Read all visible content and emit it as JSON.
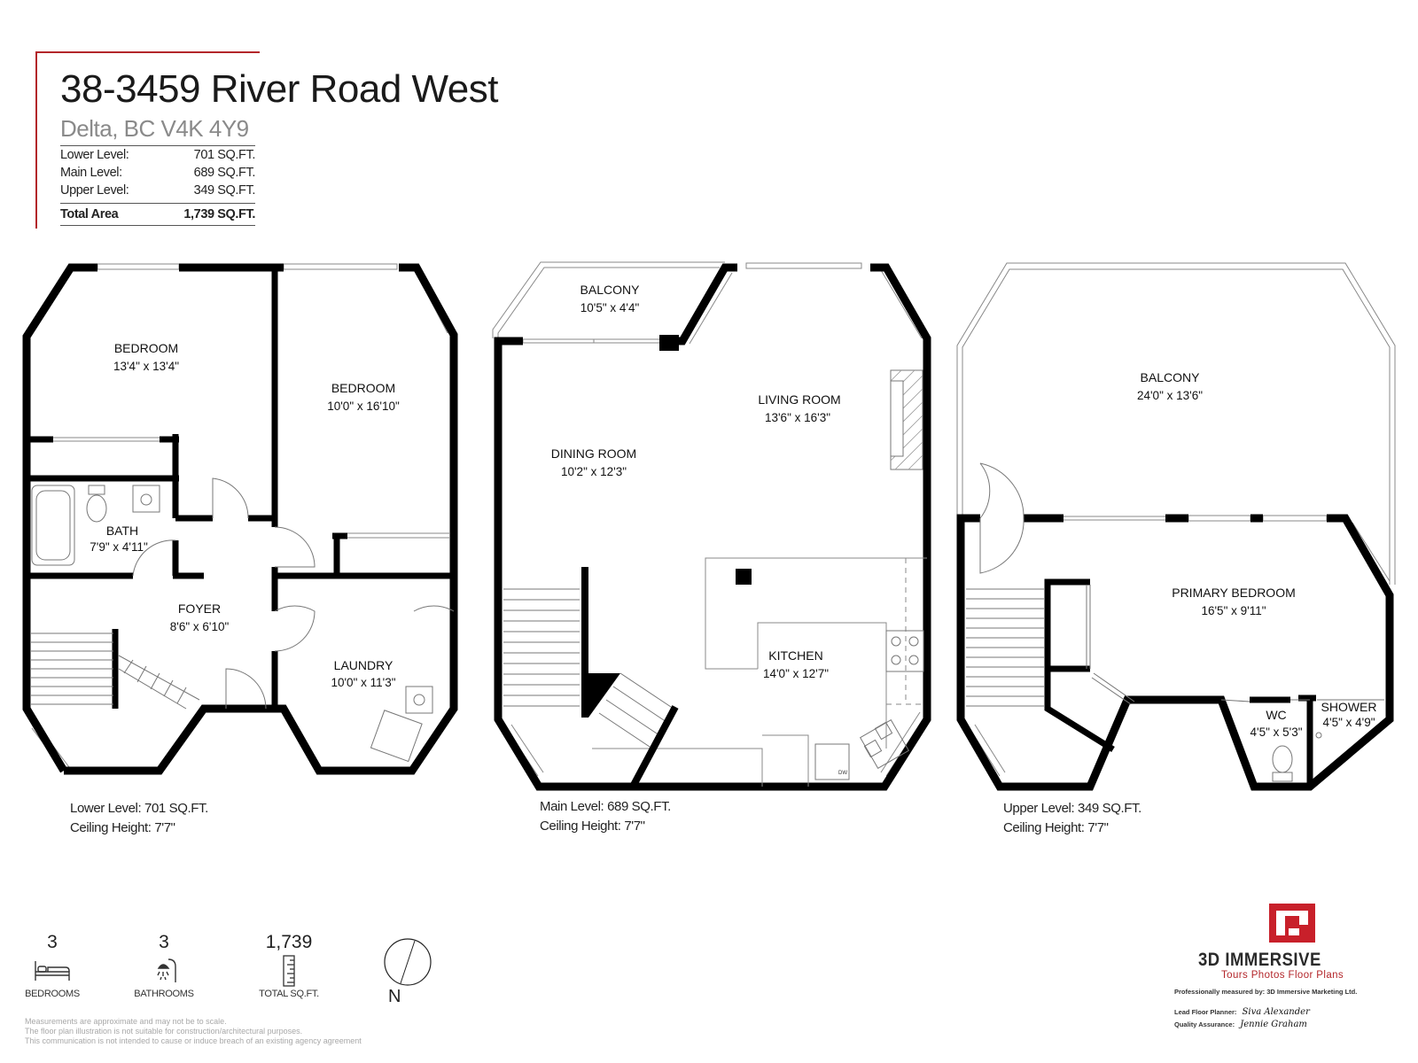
{
  "header": {
    "address": "38-3459 River Road West",
    "city": "Delta, BC V4K 4Y9",
    "areas": [
      {
        "label": "Lower Level:",
        "value": "701 SQ.FT."
      },
      {
        "label": "Main Level:",
        "value": "689 SQ.FT."
      },
      {
        "label": "Upper Level:",
        "value": "349 SQ.FT."
      }
    ],
    "total": {
      "label": "Total Area",
      "value": "1,739 SQ.FT."
    }
  },
  "accent_color": "#b3262a",
  "wall_color": "#000000",
  "levels": {
    "lower": {
      "caption_area": "Lower Level: 701 SQ.FT.",
      "caption_ceiling": "Ceiling Height: 7'7\"",
      "rooms": [
        {
          "name": "BEDROOM",
          "dims": "13'4\" x 13'4\""
        },
        {
          "name": "BEDROOM",
          "dims": "10'0\" x 16'10\""
        },
        {
          "name": "BATH",
          "dims": "7'9\" x 4'11\""
        },
        {
          "name": "FOYER",
          "dims": "8'6\" x 6'10\""
        },
        {
          "name": "LAUNDRY",
          "dims": "10'0\" x 11'3\""
        }
      ]
    },
    "main": {
      "caption_area": "Main Level: 689 SQ.FT.",
      "caption_ceiling": "Ceiling Height: 7'7\"",
      "rooms": [
        {
          "name": "BALCONY",
          "dims": "10'5\" x 4'4\""
        },
        {
          "name": "LIVING ROOM",
          "dims": "13'6\" x 16'3\""
        },
        {
          "name": "DINING ROOM",
          "dims": "10'2\" x 12'3\""
        },
        {
          "name": "KITCHEN",
          "dims": "14'0\" x 12'7\""
        }
      ],
      "appliance_label": "DW"
    },
    "upper": {
      "caption_area": "Upper Level: 349 SQ.FT.",
      "caption_ceiling": "Ceiling Height: 7'7\"",
      "rooms": [
        {
          "name": "BALCONY",
          "dims": "24'0\" x 13'6\""
        },
        {
          "name": "PRIMARY BEDROOM",
          "dims": "16'5\" x 9'11\""
        },
        {
          "name": "WC",
          "dims": "4'5\" x 5'3\""
        },
        {
          "name": "SHOWER",
          "dims": "4'5\" x 4'9\""
        }
      ]
    }
  },
  "stats": [
    {
      "number": "3",
      "label": "BEDROOMS",
      "icon": "bed-icon"
    },
    {
      "number": "3",
      "label": "BATHROOMS",
      "icon": "shower-icon"
    },
    {
      "number": "1,739",
      "label": "TOTAL SQ.FT.",
      "icon": "ruler-icon"
    }
  ],
  "compass": {
    "label": "N",
    "icon": "compass-icon"
  },
  "disclaimer": [
    "Measurements are approximate and may not be to scale.",
    "The floor plan illustration is not suitable for construction/architectural purposes.",
    "This communication is not intended to cause or induce breach of an existing agency agreement"
  ],
  "brand": {
    "name": "3D IMMERSIVE",
    "tagline": "Tours  Photos  Floor Plans",
    "measured_by": "Professionally measured by: 3D Immersive Marketing Ltd.",
    "planner_label": "Lead Floor Planner:",
    "planner_signature": "Siva Alexander",
    "qa_label": "Quality Assurance:",
    "qa_signature": "Jennie Graham",
    "logo_icon": "3d-immersive-logo-icon"
  }
}
